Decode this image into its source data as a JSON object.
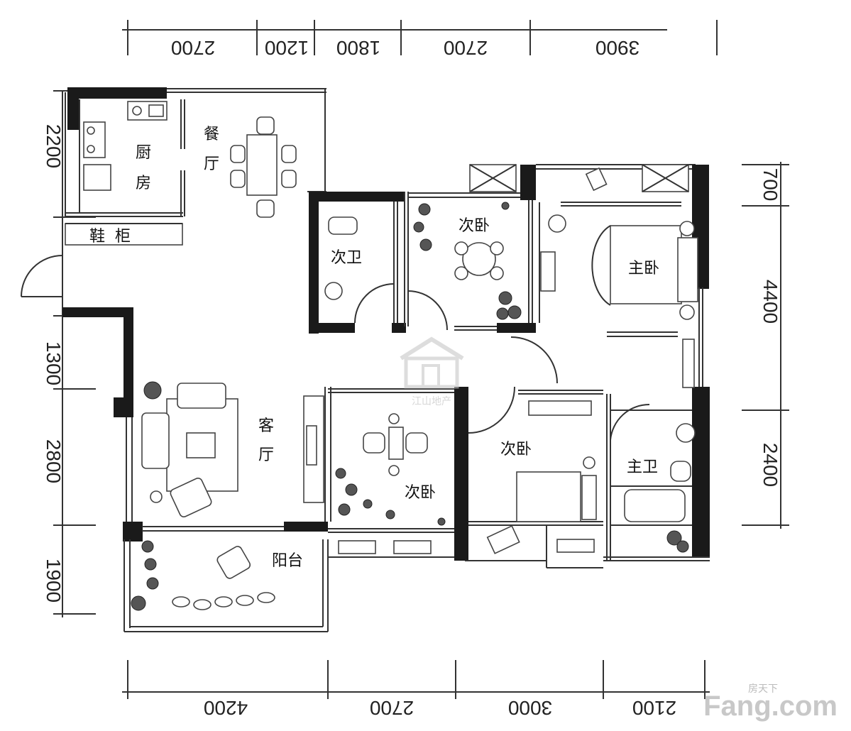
{
  "dimensions": {
    "top": [
      "2700",
      "1200",
      "1800",
      "2700",
      "3900"
    ],
    "bottom": [
      "4200",
      "2700",
      "3000",
      "2100"
    ],
    "left": [
      "2200",
      "1300",
      "2800",
      "1900"
    ],
    "right": [
      "700",
      "4400",
      "2400"
    ]
  },
  "rooms": {
    "kitchen_1": "厨",
    "kitchen_2": "房",
    "dining_1": "餐",
    "dining_2": "厅",
    "shoe_cabinet": "鞋  柜",
    "secondary_bath": "次卫",
    "secondary_bedroom_top": "次卧",
    "master_bedroom": "主卧",
    "living_1": "客",
    "living_2": "厅",
    "study_bedroom": "次卧",
    "secondary_bedroom_mid": "次卧",
    "master_bath": "主卫",
    "balcony": "阳台"
  },
  "watermark": {
    "brand": "Fang.com",
    "brand_cn": "房天下",
    "center_text": "江山地产"
  },
  "colors": {
    "wall": "#1a1a1a",
    "line": "#333333",
    "watermark": "#c8c8c8"
  }
}
